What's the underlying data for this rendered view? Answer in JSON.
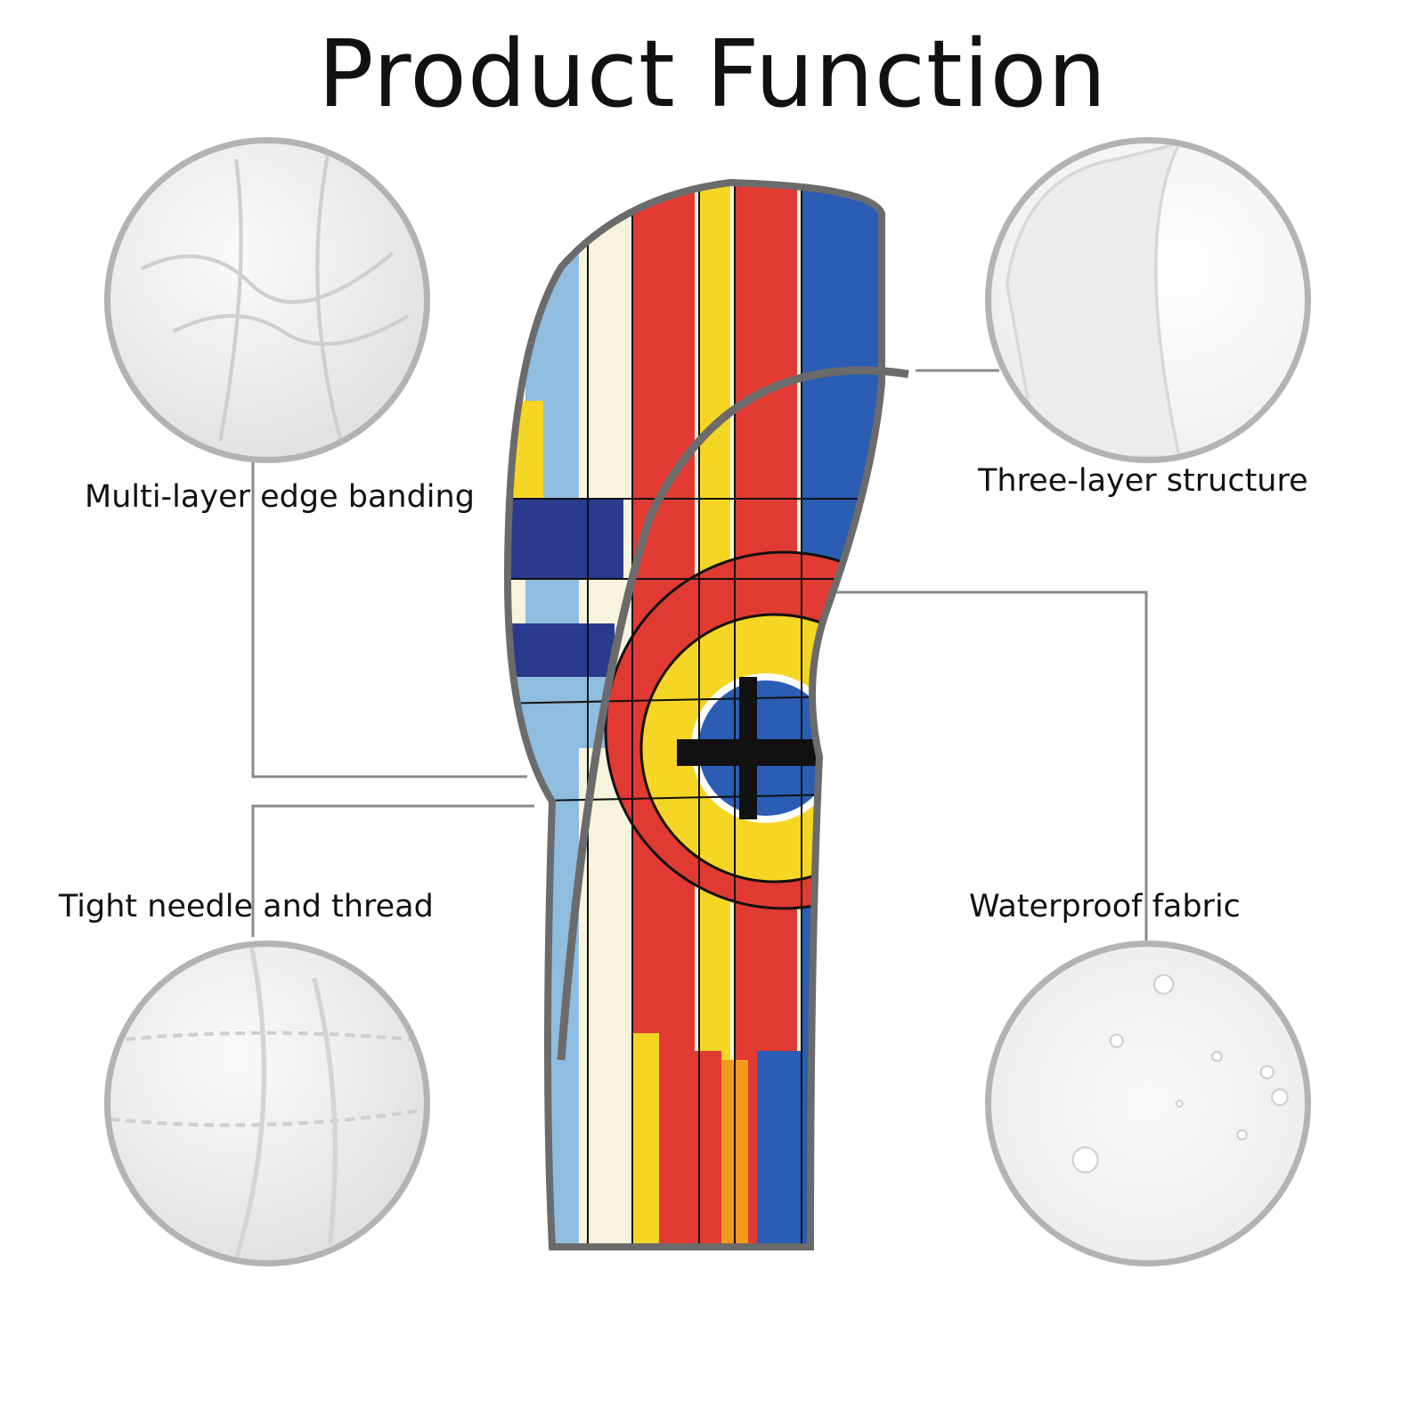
{
  "title": "Product Function",
  "features": [
    {
      "label": "Multi-layer edge banding"
    },
    {
      "label": "Three-layer structure"
    },
    {
      "label": "Tight needle and thread"
    },
    {
      "label": "Waterproof fabric"
    }
  ],
  "colors": {
    "red": "#e03a32",
    "yellow": "#f5d624",
    "blue": "#2b5db5",
    "light_blue": "#8fbde0",
    "cream": "#f7f3dc",
    "navy": "#2a3a8c",
    "trim": "#6b6b6b",
    "connector": "#8a8a8a"
  }
}
